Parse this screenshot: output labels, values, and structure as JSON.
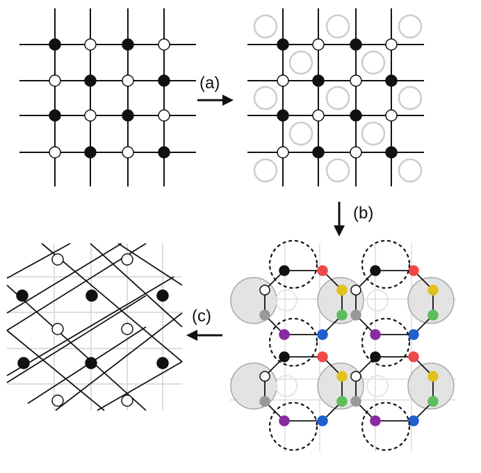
{
  "labels": {
    "a": "(a)",
    "b": "(b)",
    "c": "(c)"
  },
  "colors": {
    "black_site": "#111111",
    "white_site": "#ffffff",
    "line": "#111111",
    "ghost": "#cccccc",
    "grid_faint": "#dddddd",
    "grey_site": "#999999",
    "red": "#f04848",
    "yellow": "#e0c21e",
    "green": "#5cbd5c",
    "blue": "#1f5fcf",
    "purple": "#8a2aa0",
    "bubble_fill": "#dedede",
    "bubble_stroke": "#a8a8a8"
  }
}
